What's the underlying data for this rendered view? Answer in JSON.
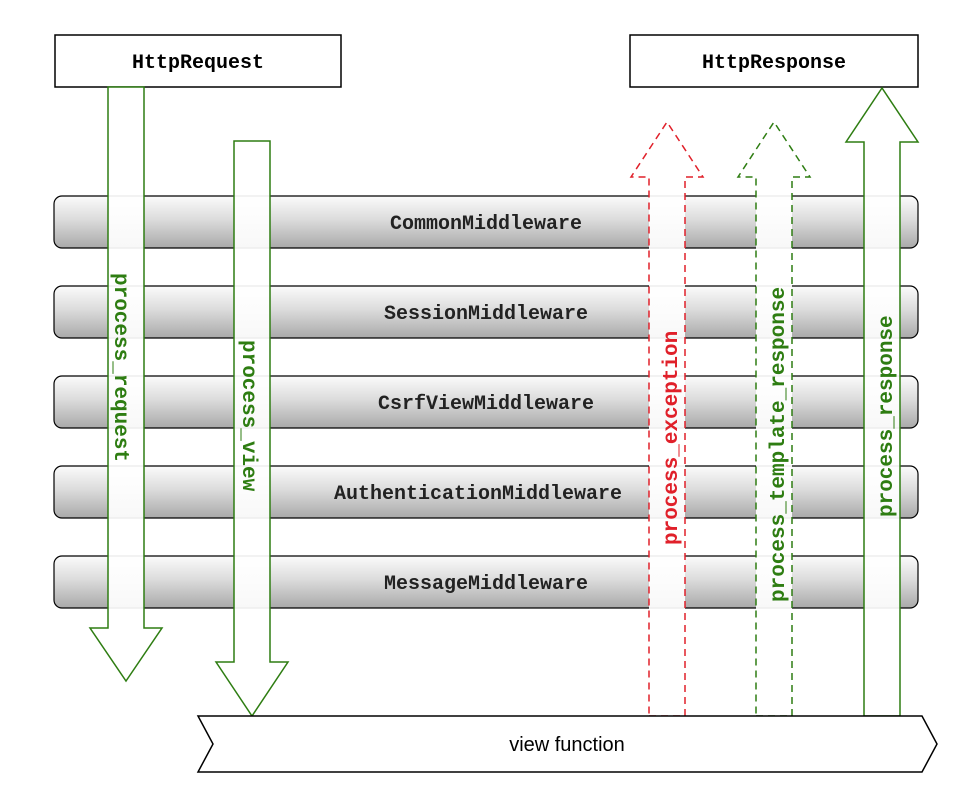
{
  "request_box": {
    "label": "HttpRequest"
  },
  "response_box": {
    "label": "HttpResponse"
  },
  "middlewares": [
    {
      "label": "CommonMiddleware"
    },
    {
      "label": "SessionMiddleware"
    },
    {
      "label": "CsrfViewMiddleware"
    },
    {
      "label": "AuthenticationMiddleware"
    },
    {
      "label": "MessageMiddleware"
    }
  ],
  "arrows": {
    "process_request": {
      "label": "process_request",
      "color": "#2e7d12",
      "direction": "down",
      "style": "solid"
    },
    "process_view": {
      "label": "process_view",
      "color": "#2e7d12",
      "direction": "down",
      "style": "solid"
    },
    "process_exception": {
      "label": "process_exception",
      "color": "#e0202a",
      "direction": "up",
      "style": "dashed"
    },
    "process_template_response": {
      "label": "process_template_response",
      "color": "#2e7d12",
      "direction": "up",
      "style": "dashed"
    },
    "process_response": {
      "label": "process_response",
      "color": "#2e7d12",
      "direction": "up",
      "style": "solid"
    }
  },
  "view_function": {
    "label": "view function"
  }
}
